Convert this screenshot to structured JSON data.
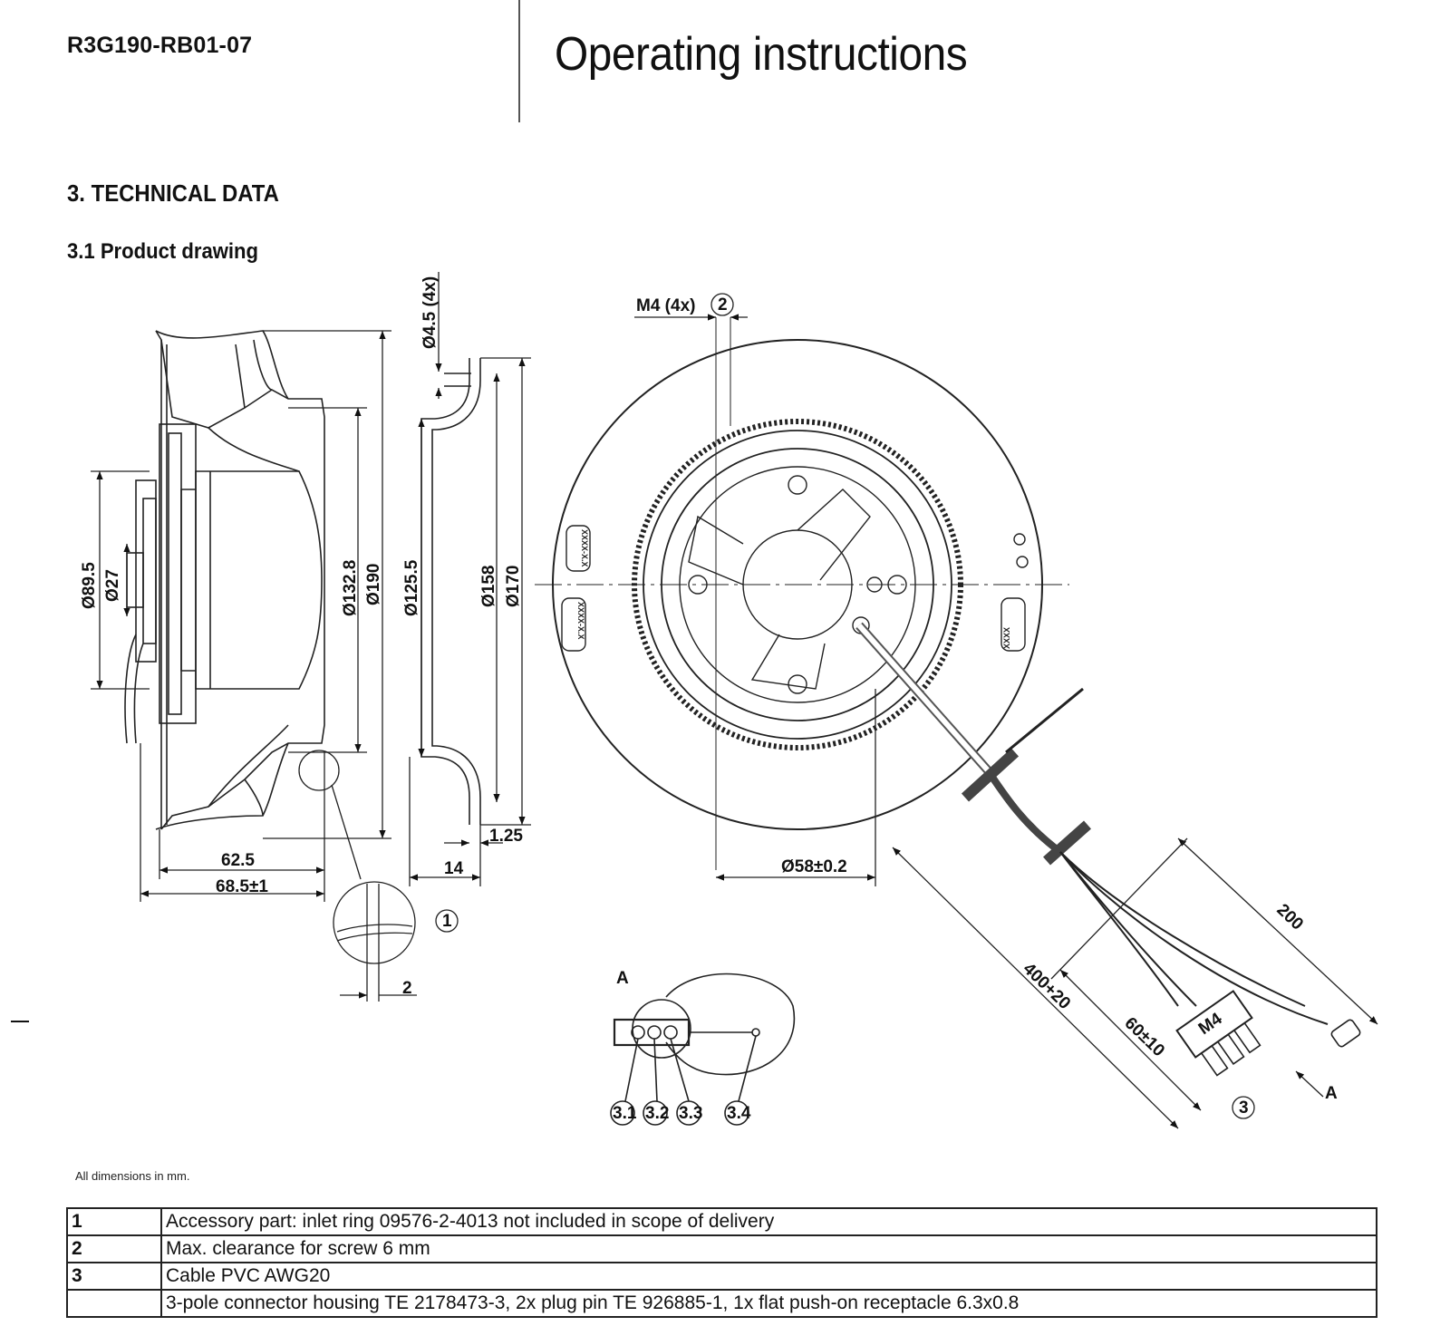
{
  "header": {
    "model": "R3G190-RB01-07",
    "title": "Operating instructions"
  },
  "section": {
    "heading": "3. TECHNICAL DATA",
    "subheading": "3.1 Product drawing"
  },
  "drawing": {
    "side_view": {
      "dims": [
        "Ø89.5",
        "Ø27",
        "Ø132.8",
        "Ø190",
        "62.5",
        "68.5±1"
      ],
      "callout": "1",
      "detail_dim": "2"
    },
    "ring_profile": {
      "dims": [
        "Ø4.5 (4x)",
        "Ø125.5",
        "Ø158",
        "Ø170",
        "1.25",
        "14"
      ]
    },
    "front_view": {
      "hole_label": "M4 (4x)",
      "hole_callout": "2",
      "hub_dim": "Ø58±0.2",
      "cable_dims": [
        "400+20",
        "200",
        "60±10"
      ],
      "connector_label": "M4",
      "cable_callout": "3",
      "view_arrow": "A",
      "labels": [
        "XXXX-X.X",
        "XXXX-X.X",
        "XXXX"
      ]
    },
    "view_a": {
      "title": "A",
      "pins": [
        "3.1",
        "3.2",
        "3.3",
        "3.4"
      ]
    }
  },
  "note": "All dimensions in mm.",
  "legend": [
    {
      "num": "1",
      "text": "Accessory part: inlet ring 09576-2-4013 not included in scope of delivery"
    },
    {
      "num": "2",
      "text": "Max. clearance for screw 6 mm"
    },
    {
      "num": "3",
      "text": "Cable PVC AWG20"
    },
    {
      "num": "",
      "text": "3-pole connector housing TE 2178473-3, 2x plug pin TE 926885-1, 1x flat push-on receptacle 6.3x0.8"
    }
  ]
}
